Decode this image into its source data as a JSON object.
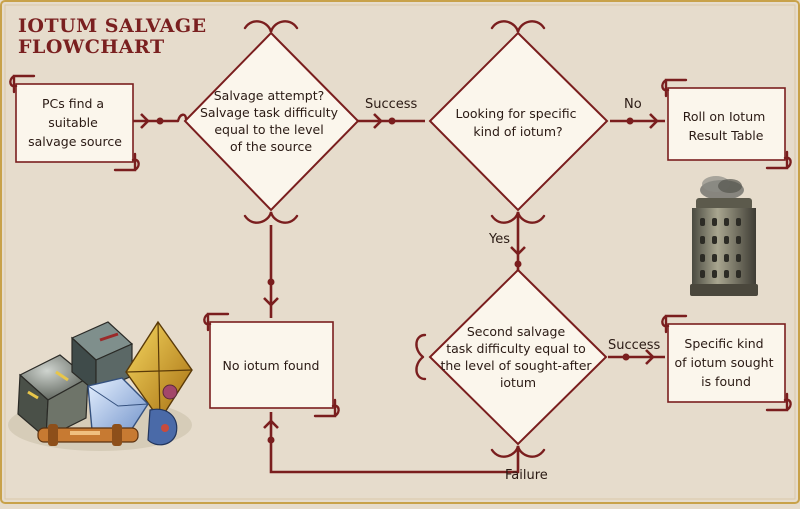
{
  "title": {
    "line1": "IOTUM SALVAGE",
    "line2": "FLOWCHART"
  },
  "colors": {
    "background": "#e6dccc",
    "border": "#c8a24a",
    "accent": "#7a1e1e",
    "box_fill": "#fbf6ec",
    "text": "#2a1a14"
  },
  "nodes": {
    "start": {
      "lines": [
        "PCs find a",
        "suitable",
        "salvage source"
      ]
    },
    "salvage_attempt": {
      "lines": [
        "Salvage attempt?",
        "Salvage task difficulty",
        "equal to the level",
        "of the source"
      ]
    },
    "looking_specific": {
      "lines": [
        "Looking for specific",
        "kind of iotum?"
      ]
    },
    "roll_table": {
      "lines": [
        "Roll on Iotum",
        "Result Table"
      ]
    },
    "no_iotum": {
      "lines": [
        "No iotum found"
      ]
    },
    "second_salvage": {
      "lines": [
        "Second salvage",
        "task difficulty equal to",
        "the level of sought-after",
        "iotum"
      ]
    },
    "specific_found": {
      "lines": [
        "Specific kind",
        "of iotum sought",
        "is found"
      ]
    }
  },
  "edge_labels": {
    "success1": "Success",
    "no": "No",
    "yes": "Yes",
    "success2": "Success",
    "failure": "Failure"
  },
  "illustrations": {
    "tower": "cylindrical-tower-illustration",
    "crystals": "iotum-crystals-illustration"
  }
}
